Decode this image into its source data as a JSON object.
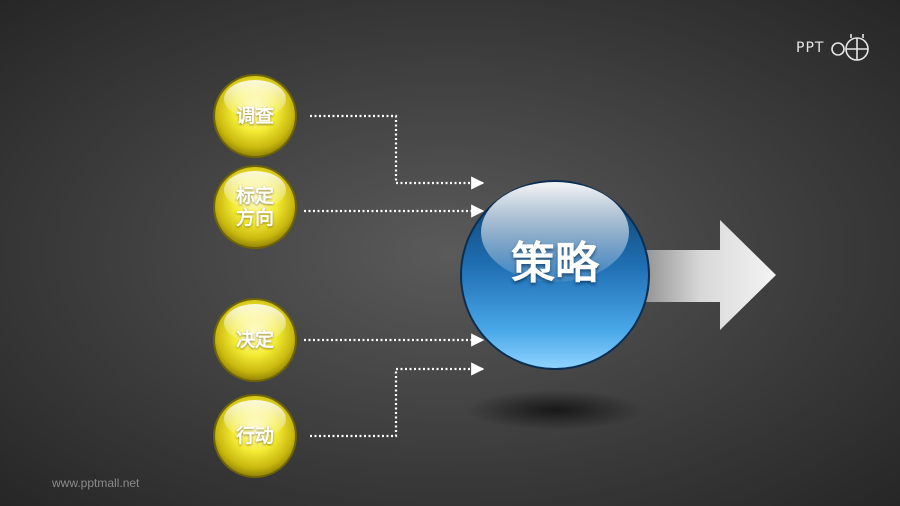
{
  "logo": {
    "text": "PPT"
  },
  "watermark": {
    "text": "www.pptmall.net"
  },
  "center": {
    "label": "策略"
  },
  "inputs": [
    {
      "label": "调查"
    },
    {
      "label": "标定\n方向"
    },
    {
      "label": "决定"
    },
    {
      "label": "行动"
    }
  ]
}
